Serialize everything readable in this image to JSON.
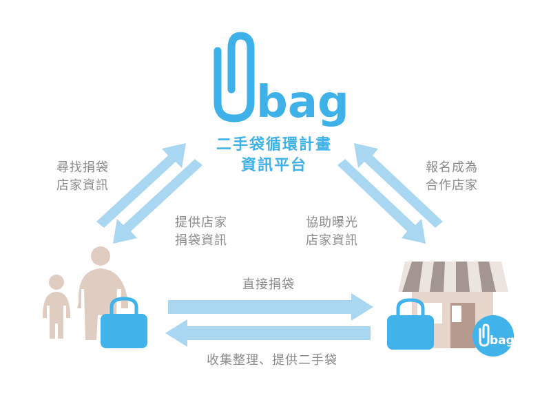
{
  "logo": {
    "brand_text": "bag",
    "badge_text": "bag"
  },
  "title": {
    "line1": "二手袋循環計畫",
    "line2": "資訊平台"
  },
  "labels": {
    "find_bag_1": "尋找捐袋",
    "find_bag_2": "店家資訊",
    "provide_1": "提供店家",
    "provide_2": "捐袋資訊",
    "register_1": "報名成為",
    "register_2": "合作店家",
    "assist_1": "協助曝光",
    "assist_2": "店家資訊",
    "direct_donate": "直接捐袋",
    "collect": "收集整理、提供二手袋"
  },
  "colors": {
    "accent": "#3db1e8",
    "arrow": "#a9d6f1",
    "person": "#e0cdc2",
    "bag": "#3fb3ea",
    "label": "#8a8a8a",
    "awning_light": "#ece4df",
    "awning_dark": "#a39590",
    "shop_wall": "#e6d6cc",
    "shop_door": "#b59a8d"
  }
}
